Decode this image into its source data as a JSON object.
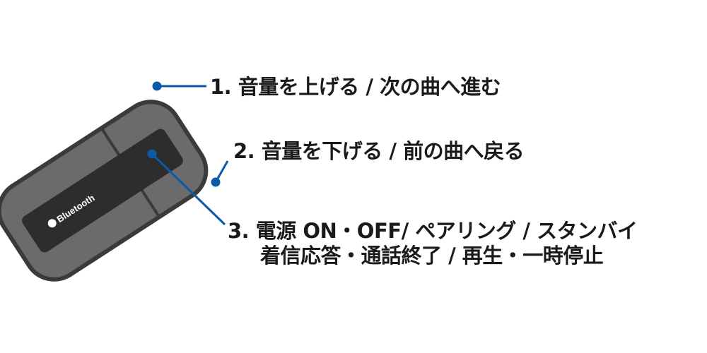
{
  "device": {
    "logo_text": "Bluetooth",
    "body_color": "#6b6b6b",
    "outline_color": "#3a3a3a",
    "panel_color": "#2f2c2c",
    "callout_color": "#0a5aa8"
  },
  "callouts": [
    {
      "label": "1. 音量を上げる / 次の曲へ進む"
    },
    {
      "label": "2. 音量を下げる / 前の曲へ戻る"
    },
    {
      "label": "3. 電源 ON・OFF/ ペアリング / スタンバイ",
      "label_line2": "着信応答・通話終了 / 再生・一時停止"
    }
  ]
}
